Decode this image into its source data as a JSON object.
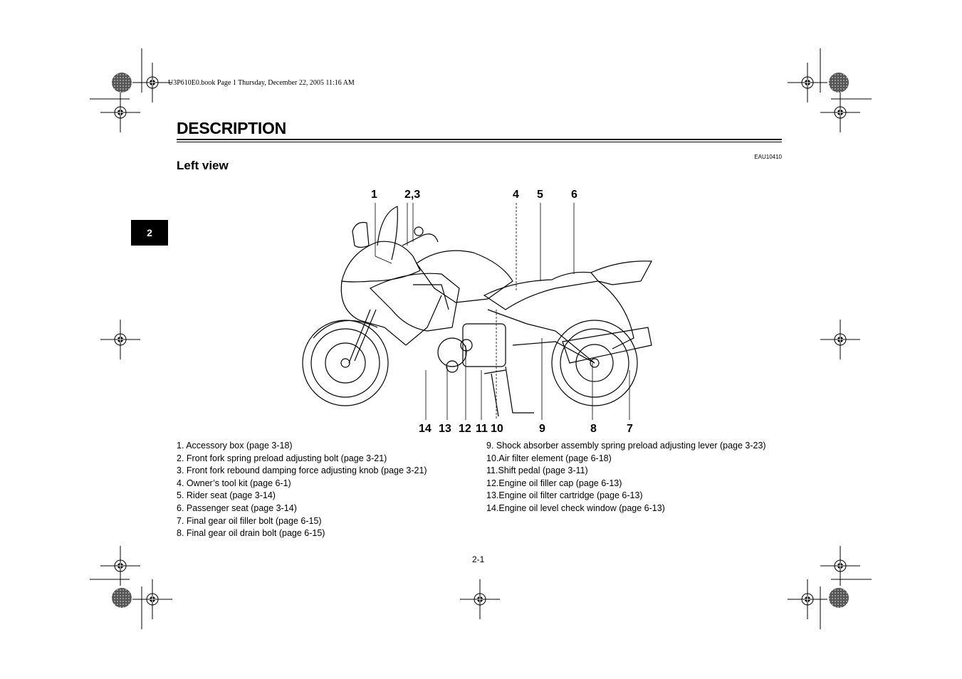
{
  "print_header": "U3P610E0.book  Page 1  Thursday, December 22, 2005  11:16 AM",
  "chapter_tab": "2",
  "section_title": "DESCRIPTION",
  "doc_code": "EAU10410",
  "subtitle": "Left view",
  "callouts_top": [
    "1",
    "2,3",
    "4",
    "5",
    "6"
  ],
  "callouts_bottom": [
    "14",
    "13",
    "12",
    "11",
    "10",
    "9",
    "8",
    "7"
  ],
  "legend_left": [
    "1.  Accessory box (page 3-18)",
    "2.  Front fork spring preload adjusting bolt (page 3-21)",
    "3.  Front fork rebound damping force adjusting knob (page 3-21)",
    "4.  Owner’s tool kit (page 6-1)",
    "5.  Rider seat (page 3-14)",
    "6.  Passenger seat (page 3-14)",
    "7.  Final gear oil filler bolt (page 6-15)",
    "8.  Final gear oil drain bolt (page 6-15)"
  ],
  "legend_right": [
    "9.  Shock absorber assembly spring preload adjusting lever (page 3-23)",
    "10.Air filter element (page 6-18)",
    "11.Shift pedal (page 3-11)",
    "12.Engine oil filler cap (page 6-13)",
    "13.Engine oil filter cartridge (page 6-13)",
    "14.Engine oil level check window (page 6-13)"
  ],
  "page_number": "2-1",
  "icons": [
    "registration-mark-icon",
    "color-wheel-icon",
    "motorcycle-illustration-icon"
  ]
}
